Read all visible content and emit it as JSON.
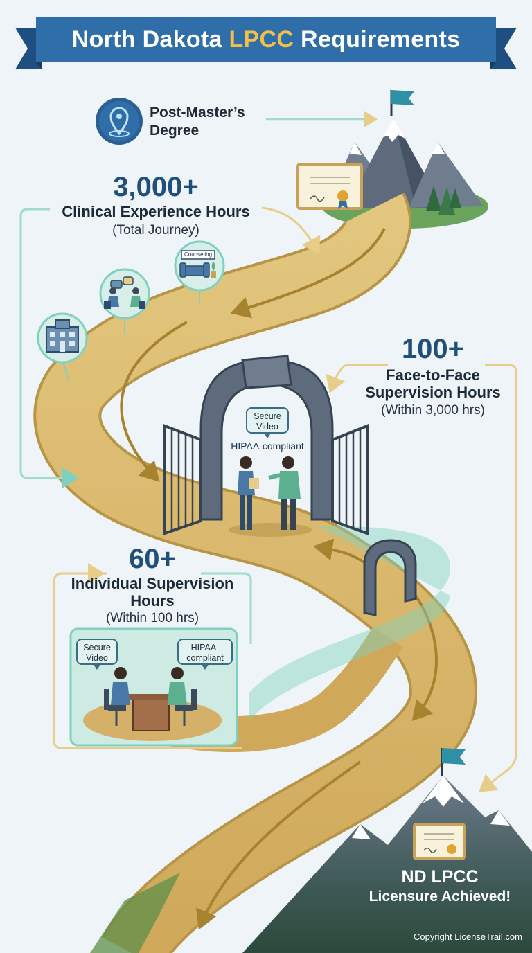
{
  "title": {
    "prefix": "North Dakota ",
    "accent": "LPCC",
    "suffix": " Requirements"
  },
  "milestones": {
    "post_masters": {
      "label": "Post-Master’s Degree",
      "icon": "location-pin-icon"
    },
    "clinical_hours": {
      "value": "3,000+",
      "label": "Clinical Experience Hours",
      "sub": "(Total Journey)"
    },
    "face_to_face": {
      "value": "100+",
      "label": "Face-to-Face Supervision Hours",
      "sub": "(Within 3,000 hrs)"
    },
    "individual": {
      "value": "60+",
      "label": "Individual Supervision Hours",
      "sub": "(Within 100 hrs)"
    },
    "achieved": {
      "line1": "ND LPCC",
      "line2": "Licensure Achieved!"
    }
  },
  "settings_icons": [
    {
      "icon": "hospital-icon"
    },
    {
      "icon": "therapy-session-icon"
    },
    {
      "icon": "counseling-office-icon",
      "sign": "Counseling"
    }
  ],
  "gate_scene": {
    "bubble": "Secure Video",
    "label": "HIPAA-compliant"
  },
  "office_scene": {
    "bubble_left": "Secure Video",
    "bubble_right": "HIPAA-compliant"
  },
  "copyright": "Copyright LicenseTrail.com",
  "colors": {
    "banner": "#2f6ea8",
    "accent": "#f2c04a",
    "path": "#d8b76a",
    "teal": "#5cc0aa",
    "mountain": "#5d6b7d"
  }
}
